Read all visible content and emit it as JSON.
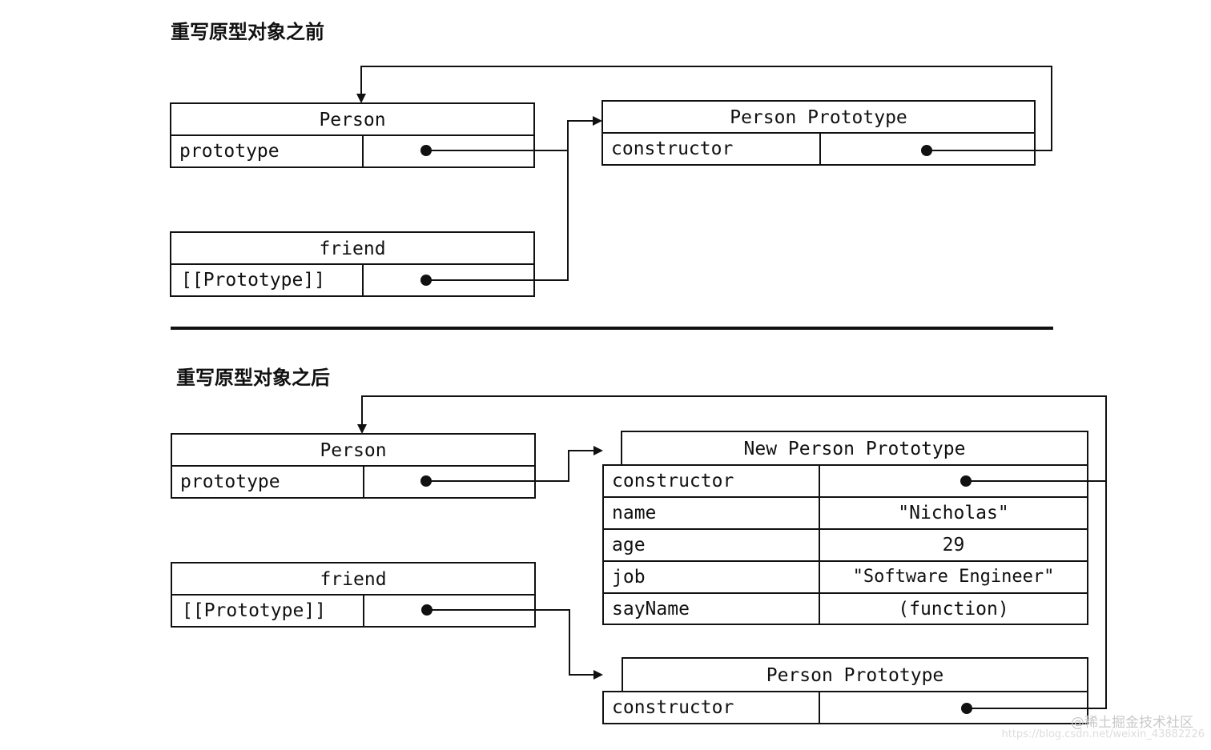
{
  "before": {
    "title": "重写原型对象之前",
    "person": {
      "title": "Person",
      "key": "prototype",
      "value": ""
    },
    "friend": {
      "title": "friend",
      "key": "[[Prototype]]",
      "value": ""
    },
    "person_prototype": {
      "title": "Person Prototype",
      "key": "constructor",
      "value": ""
    }
  },
  "after": {
    "title": "重写原型对象之后",
    "person": {
      "title": "Person",
      "key": "prototype",
      "value": ""
    },
    "friend": {
      "title": "friend",
      "key": "[[Prototype]]",
      "value": ""
    },
    "new_person_prototype": {
      "title": "New Person Prototype",
      "rows": [
        {
          "key": "constructor",
          "value": ""
        },
        {
          "key": "name",
          "value": "\"Nicholas\""
        },
        {
          "key": "age",
          "value": "29"
        },
        {
          "key": "job",
          "value": "\"Software Engineer\""
        },
        {
          "key": "sayName",
          "value": "(function)"
        }
      ]
    },
    "person_prototype": {
      "title": "Person Prototype",
      "key": "constructor",
      "value": ""
    }
  },
  "watermark": {
    "brand": "@稀土掘金技术社区",
    "url": "https://blog.csdn.net/weixin_43882226"
  },
  "colors": {
    "line": "#111111",
    "watermark": "#c9c9c9"
  }
}
